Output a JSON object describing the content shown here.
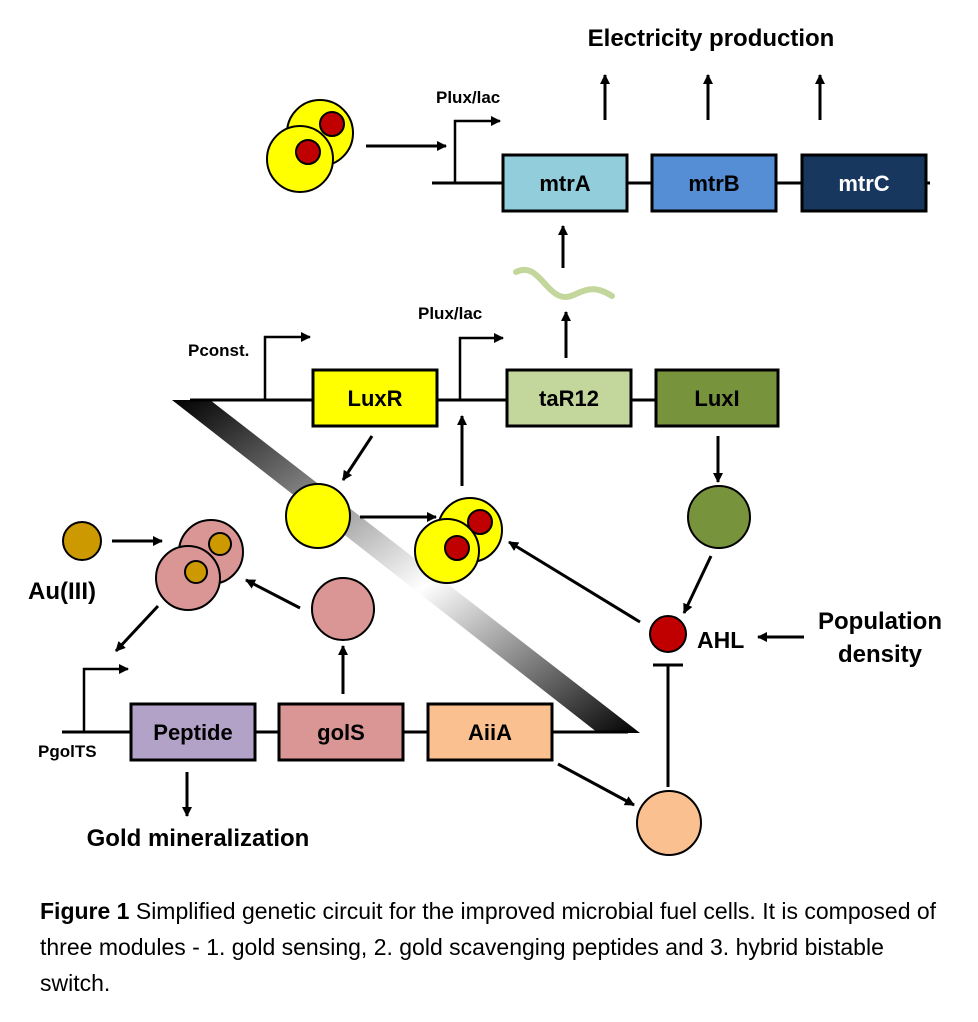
{
  "labels": {
    "electricity": "Electricity production",
    "plux_top": "Plux/lac",
    "plux_mid": "Plux/lac",
    "pconst": "Pconst.",
    "pgolts": "PgolTS",
    "au": "Au(III)",
    "ahl": "AHL",
    "population": [
      "Population",
      "density"
    ],
    "gold_min": "Gold mineralization"
  },
  "genes": {
    "mtrA": "mtrA",
    "mtrB": "mtrB",
    "mtrC": "mtrC",
    "luxR": "LuxR",
    "taR12": "taR12",
    "luxI": "LuxI",
    "peptide": "Peptide",
    "golS": "golS",
    "aiiA": "AiiA"
  },
  "colors": {
    "mtrA": "#92cddc",
    "mtrB": "#558ed5",
    "mtrC": "#17375e",
    "luxR": "#ffff00",
    "taR12": "#c3d69b",
    "luxI": "#77933c",
    "peptide": "#b3a2c7",
    "golS": "#d99694",
    "aiiA": "#fac090",
    "mrna": "#c3d69b",
    "ahl": "#c00000",
    "gold": "#cc9900"
  },
  "caption": {
    "title": "Figure 1",
    "text": " Simplified genetic circuit for the improved microbial fuel cells. It is composed of three modules - 1. gold sensing, 2. gold scavenging peptides and 3. hybrid bistable switch."
  }
}
